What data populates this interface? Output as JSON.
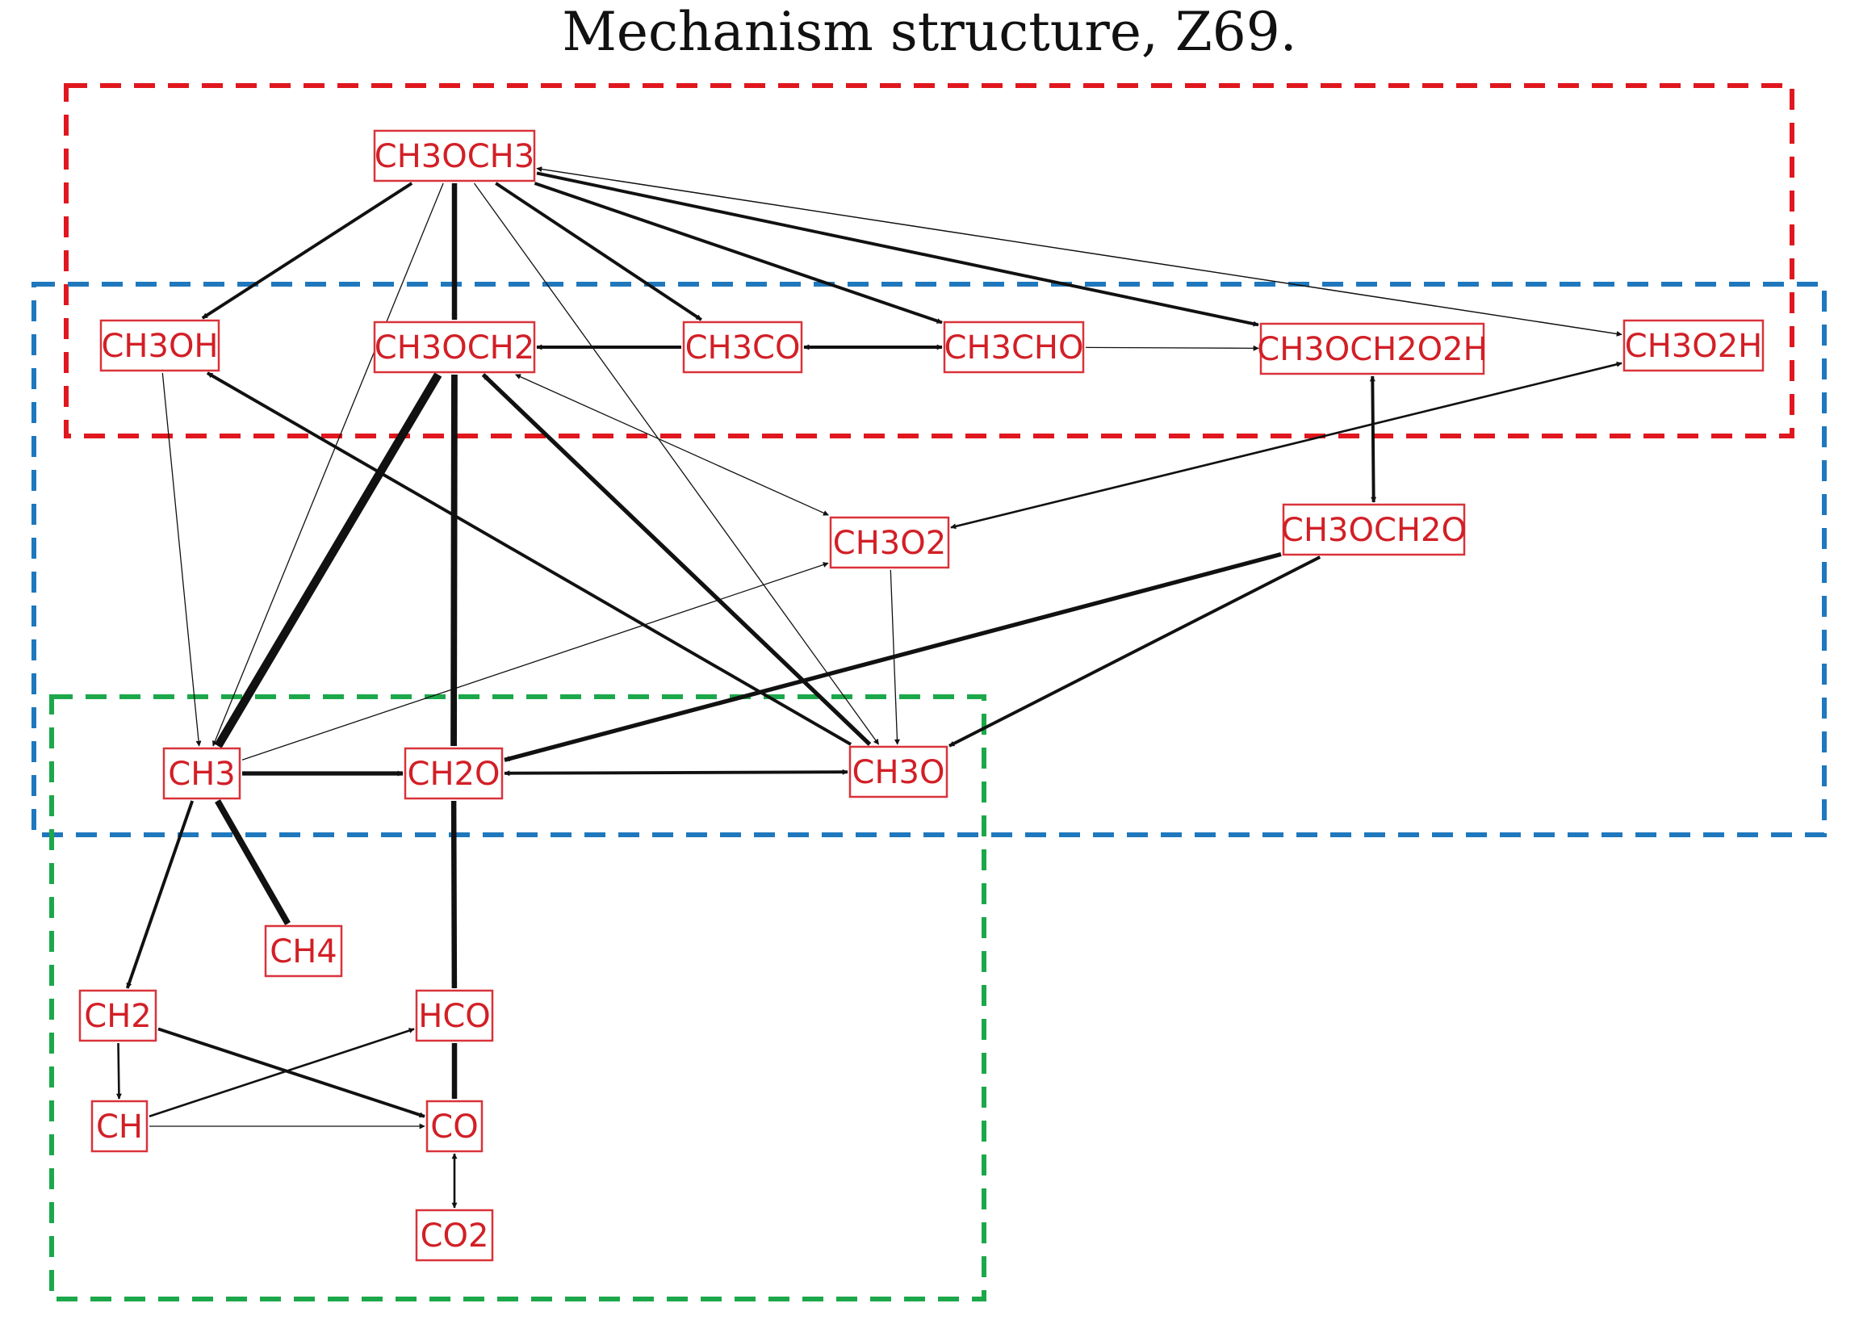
{
  "title": "Mechanism structure, Z69.",
  "colors": {
    "group1": "#e0171e",
    "group2": "#1f78bd",
    "group3": "#1ca84a",
    "species_text": "#d21f26",
    "edge": "#111111"
  },
  "species": [
    {
      "id": "CH3OCH3",
      "label": "CH3OCH3"
    },
    {
      "id": "CH3OH",
      "label": "CH3OH"
    },
    {
      "id": "CH3OCH2",
      "label": "CH3OCH2"
    },
    {
      "id": "CH3CO",
      "label": "CH3CO"
    },
    {
      "id": "CH3CHO",
      "label": "CH3CHO"
    },
    {
      "id": "CH3OCH2O2H",
      "label": "CH3OCH2O2H"
    },
    {
      "id": "CH3O2H",
      "label": "CH3O2H"
    },
    {
      "id": "CH3O2",
      "label": "CH3O2"
    },
    {
      "id": "CH3OCH2O",
      "label": "CH3OCH2O"
    },
    {
      "id": "CH3",
      "label": "CH3"
    },
    {
      "id": "CH2O",
      "label": "CH2O"
    },
    {
      "id": "CH3O",
      "label": "CH3O"
    },
    {
      "id": "CH4",
      "label": "CH4"
    },
    {
      "id": "CH2",
      "label": "CH2"
    },
    {
      "id": "HCO",
      "label": "HCO"
    },
    {
      "id": "CH",
      "label": "CH"
    },
    {
      "id": "CO",
      "label": "CO"
    },
    {
      "id": "CO2",
      "label": "CO2"
    }
  ],
  "reactions": [
    {
      "from": "CH3OCH3",
      "to": "CH3OH",
      "weight": 3
    },
    {
      "from": "CH3OCH3",
      "to": "CH3OCH2",
      "weight": 5,
      "both": true
    },
    {
      "from": "CH3OCH3",
      "to": "CH3CO",
      "weight": 3
    },
    {
      "from": "CH3OCH3",
      "to": "CH3CHO",
      "weight": 3
    },
    {
      "from": "CH3OCH3",
      "to": "CH3OCH2O2H",
      "weight": 3
    },
    {
      "from": "CH3O2H",
      "to": "CH3OCH3",
      "weight": 1
    },
    {
      "from": "CH3OCH3",
      "to": "CH3O2H",
      "weight": 1
    },
    {
      "from": "CH3OCH3",
      "to": "CH3",
      "weight": 1
    },
    {
      "from": "CH3OCH3",
      "to": "CH3O",
      "weight": 1
    },
    {
      "from": "CH3CO",
      "to": "CH3OCH2",
      "weight": 3
    },
    {
      "from": "CH3CO",
      "to": "CH3CHO",
      "weight": 3,
      "both": true
    },
    {
      "from": "CH3CHO",
      "to": "CH3OCH2O2H",
      "weight": 1
    },
    {
      "from": "CH3OCH2O2H",
      "to": "CH3OCH2O",
      "weight": 3,
      "both": true
    },
    {
      "from": "CH3O2H",
      "to": "CH3O2",
      "weight": 2,
      "both": true
    },
    {
      "from": "CH3OCH2",
      "to": "CH3O2",
      "weight": 1,
      "both": true
    },
    {
      "from": "CH3OH",
      "to": "CH3",
      "weight": 1
    },
    {
      "from": "CH3O",
      "to": "CH3OH",
      "weight": 3
    },
    {
      "from": "CH3OCH2",
      "to": "CH3",
      "weight": 8
    },
    {
      "from": "CH3OCH2",
      "to": "CH2O",
      "weight": 6
    },
    {
      "from": "CH3O",
      "to": "CH3OCH2",
      "weight": 4
    },
    {
      "from": "CH3",
      "to": "CH3O2",
      "weight": 1
    },
    {
      "from": "CH3O2",
      "to": "CH3O",
      "weight": 1
    },
    {
      "from": "CH3OCH2O",
      "to": "CH2O",
      "weight": 4
    },
    {
      "from": "CH3OCH2O",
      "to": "CH3O",
      "weight": 3
    },
    {
      "from": "CH3",
      "to": "CH2O",
      "weight": 4
    },
    {
      "from": "CH3O",
      "to": "CH2O",
      "weight": 3,
      "both": true
    },
    {
      "from": "CH3",
      "to": "CH4",
      "weight": 6,
      "both": true
    },
    {
      "from": "CH3",
      "to": "CH2",
      "weight": 3
    },
    {
      "from": "CH2O",
      "to": "HCO",
      "weight": 5
    },
    {
      "from": "CH2",
      "to": "CH",
      "weight": 2
    },
    {
      "from": "CH2",
      "to": "CO",
      "weight": 3
    },
    {
      "from": "CH",
      "to": "HCO",
      "weight": 2
    },
    {
      "from": "CH",
      "to": "CO",
      "weight": 1
    },
    {
      "from": "HCO",
      "to": "CO",
      "weight": 5
    },
    {
      "from": "CO",
      "to": "CO2",
      "weight": 2,
      "both": true
    }
  ]
}
